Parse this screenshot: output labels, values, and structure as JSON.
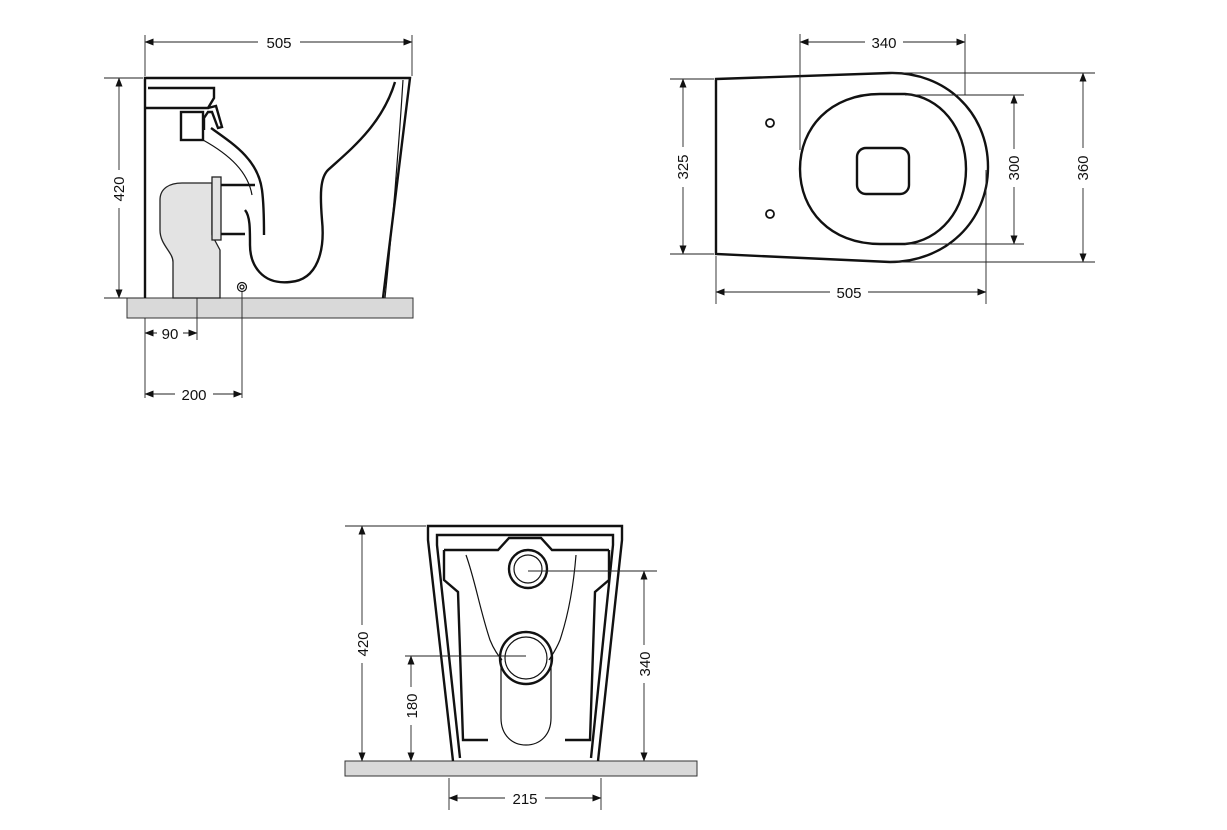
{
  "side_view": {
    "width_label": "505",
    "height_label": "420",
    "outlet_offset_label": "90",
    "fixing_offset_label": "200"
  },
  "top_view": {
    "rim_width_label": "340",
    "back_width_label": "325",
    "seat_width_label": "300",
    "total_width_label": "360",
    "length_label": "505"
  },
  "rear_view": {
    "height_label": "420",
    "inlet_height_label": "340",
    "outlet_height_label": "180",
    "base_width_label": "215"
  },
  "colors": {
    "line": "#111111",
    "floor": "#d9d9d9",
    "pipe": "#e3e3e3"
  }
}
